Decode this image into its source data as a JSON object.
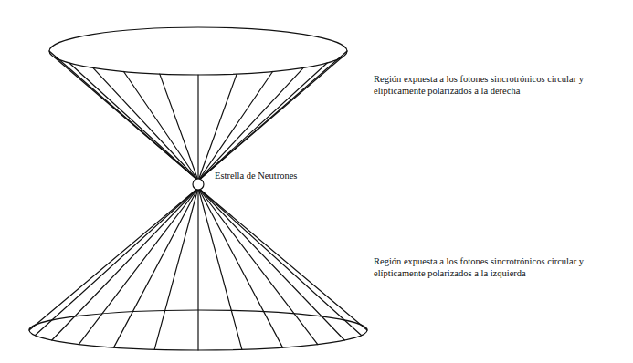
{
  "diagram": {
    "labels": [
      "Región expuesta a los fotones sincrotrónicos circular y elípticamente polarizados a la derecha",
      "Estrella de Neutrones",
      "Región expuesta a los fotones sincrotrónicos circular y elípticamente polarizados a la izquierda"
    ]
  }
}
